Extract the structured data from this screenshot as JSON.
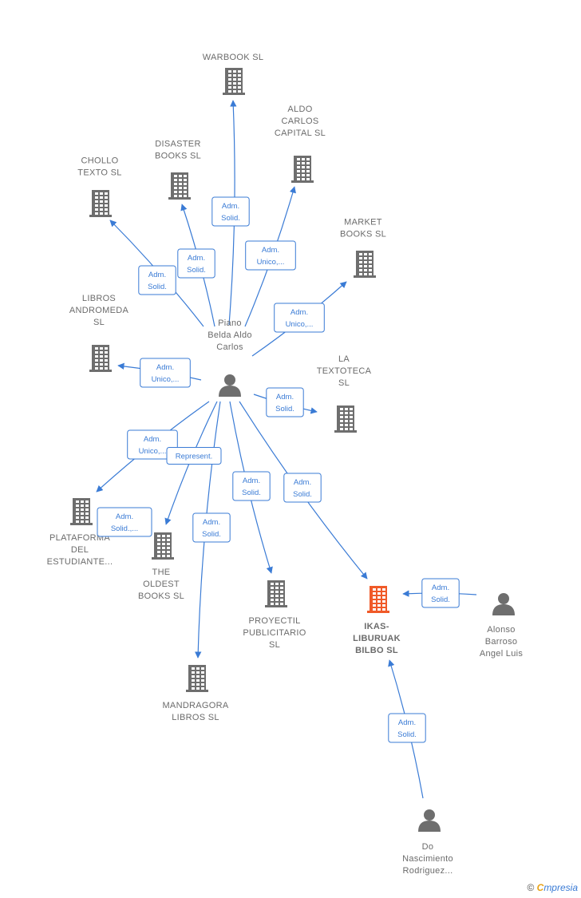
{
  "colors": {
    "accent": "#3a7bd5",
    "icon_gray": "#6e6e6e",
    "focus": "#f05a28",
    "label": "#6b6b6b"
  },
  "nodes": [
    {
      "id": "piano",
      "type": "person",
      "lines": [
        "Piano",
        "Belda Aldo",
        "Carlos"
      ]
    },
    {
      "id": "warbook",
      "type": "company",
      "lines": [
        "WARBOOK  SL"
      ]
    },
    {
      "id": "aldo",
      "type": "company",
      "lines": [
        "ALDO",
        "CARLOS",
        "CAPITAL  SL"
      ]
    },
    {
      "id": "disaster",
      "type": "company",
      "lines": [
        "DISASTER",
        "BOOKS  SL"
      ]
    },
    {
      "id": "chollo",
      "type": "company",
      "lines": [
        "CHOLLO",
        "TEXTO  SL"
      ]
    },
    {
      "id": "market",
      "type": "company",
      "lines": [
        "MARKET",
        "BOOKS  SL"
      ]
    },
    {
      "id": "libros",
      "type": "company",
      "lines": [
        "LIBROS",
        "ANDROMEDA",
        "SL"
      ]
    },
    {
      "id": "textoteca",
      "type": "company",
      "lines": [
        "LA",
        "TEXTOTECA",
        "SL"
      ]
    },
    {
      "id": "plataforma",
      "type": "company",
      "lines": [
        "PLATAFORMA",
        "DEL",
        "ESTUDIANTE..."
      ]
    },
    {
      "id": "oldest",
      "type": "company",
      "lines": [
        "THE",
        "OLDEST",
        "BOOKS  SL"
      ]
    },
    {
      "id": "proyectil",
      "type": "company",
      "lines": [
        "PROYECTIL",
        "PUBLICITARIO",
        "SL"
      ]
    },
    {
      "id": "ikas",
      "type": "company",
      "focus": true,
      "lines": [
        "IKAS-",
        "LIBURUAK",
        "BILBO  SL"
      ]
    },
    {
      "id": "alonso",
      "type": "person",
      "lines": [
        "Alonso",
        "Barroso",
        "Angel Luis"
      ]
    },
    {
      "id": "mandragora",
      "type": "company",
      "lines": [
        "MANDRAGORA",
        "LIBROS  SL"
      ]
    },
    {
      "id": "dona",
      "type": "person",
      "lines": [
        "Do",
        "Nascimiento",
        "Rodriguez..."
      ]
    }
  ],
  "edges": [
    {
      "from": "piano",
      "to": "warbook",
      "label": [
        "Adm.",
        "Solid."
      ]
    },
    {
      "from": "piano",
      "to": "aldo",
      "label": [
        "Adm.",
        "Unico,..."
      ]
    },
    {
      "from": "piano",
      "to": "disaster",
      "label": [
        "Adm.",
        "Solid."
      ]
    },
    {
      "from": "piano",
      "to": "chollo",
      "label": [
        "Adm.",
        "Solid."
      ]
    },
    {
      "from": "piano",
      "to": "market",
      "label": [
        "Adm.",
        "Unico,..."
      ]
    },
    {
      "from": "piano",
      "to": "libros",
      "label": [
        "Adm.",
        "Unico,..."
      ]
    },
    {
      "from": "piano",
      "to": "textoteca",
      "label": [
        "Adm.",
        "Solid."
      ]
    },
    {
      "from": "piano",
      "to": "plataforma",
      "label": [
        "Adm.",
        "Unico,..."
      ]
    },
    {
      "from": "piano",
      "to": "oldest",
      "label": [
        "Represent."
      ]
    },
    {
      "from": "piano",
      "to": "plataforma",
      "label": [
        "Adm.",
        "Solid.,..."
      ]
    },
    {
      "from": "piano",
      "to": "mandragora",
      "label": [
        "Adm.",
        "Solid."
      ]
    },
    {
      "from": "piano",
      "to": "proyectil",
      "label": [
        "Adm.",
        "Solid."
      ]
    },
    {
      "from": "piano",
      "to": "ikas",
      "label": [
        "Adm.",
        "Solid."
      ]
    },
    {
      "from": "alonso",
      "to": "ikas",
      "label": [
        "Adm.",
        "Solid."
      ]
    },
    {
      "from": "dona",
      "to": "ikas",
      "label": [
        "Adm.",
        "Solid."
      ]
    }
  ],
  "brand": {
    "copyright": "©",
    "e": "C",
    "rest": "mpresia"
  }
}
